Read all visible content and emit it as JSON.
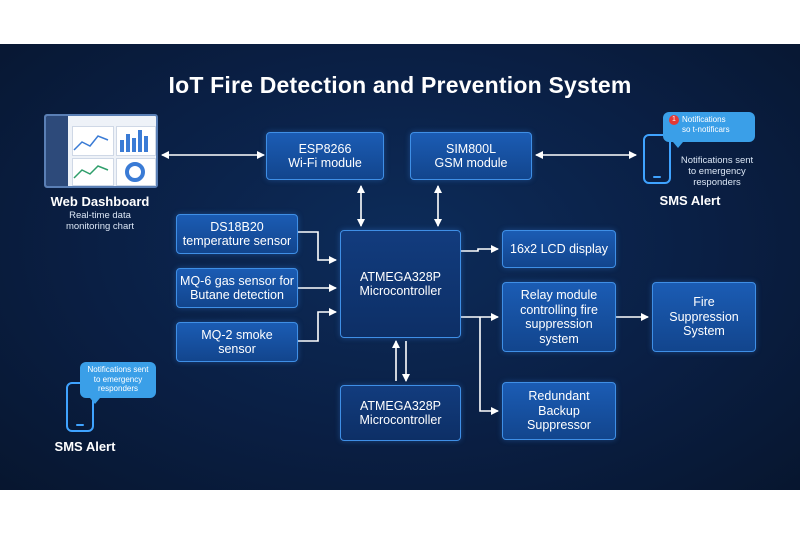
{
  "title": "IoT Fire Detection and Prevention System",
  "colors": {
    "background": "#0a1f44",
    "box": "#1b5cb4",
    "box_border": "#3f8fe6",
    "accent": "#3a9fe8"
  },
  "web_dashboard": {
    "title": "Web Dashboard",
    "subtitle_line1": "Real-time data",
    "subtitle_line2": "monitoring chart",
    "icon": "dashboard-screenshot-icon"
  },
  "sms_alert_top": {
    "title": "SMS Alert",
    "bubble_line1": "Notifications",
    "bubble_line2": "so t-notificars",
    "badge": "1",
    "caption_line1": "Notifications sent",
    "caption_line2": "to emergency",
    "caption_line3": "responders",
    "icon": "phone-icon"
  },
  "sms_alert_bottom": {
    "title": "SMS Alert",
    "bubble_line1": "Notifications sent",
    "bubble_line2": "to emergency",
    "bubble_line3": "responders",
    "icon": "phone-icon"
  },
  "nodes": {
    "esp8266": {
      "line1": "ESP8266",
      "line2": "Wi-Fi module"
    },
    "sim800l": {
      "line1": "SIM800L",
      "line2": "GSM module"
    },
    "ds18b20": {
      "line1": "DS18B20",
      "line2": "temperature sensor"
    },
    "mq6": {
      "line1": "MQ-6 gas sensor for",
      "line2": "Butane detection"
    },
    "mq2": {
      "line1": "MQ-2 smoke",
      "line2": "sensor"
    },
    "mcu_main": {
      "line1": "ATMEGA328P",
      "line2": "Microcontroller"
    },
    "mcu_backup": {
      "line1": "ATMEGA328P",
      "line2": "Microcontroller"
    },
    "lcd": {
      "line1": "16x2 LCD display"
    },
    "relay": {
      "line1": "Relay module",
      "line2": "controlling fire",
      "line3": "suppression",
      "line4": "system"
    },
    "fire": {
      "line1": "Fire",
      "line2": "Suppression",
      "line3": "System"
    },
    "redundant": {
      "line1": "Redundant",
      "line2": "Backup",
      "line3": "Suppressor"
    }
  }
}
